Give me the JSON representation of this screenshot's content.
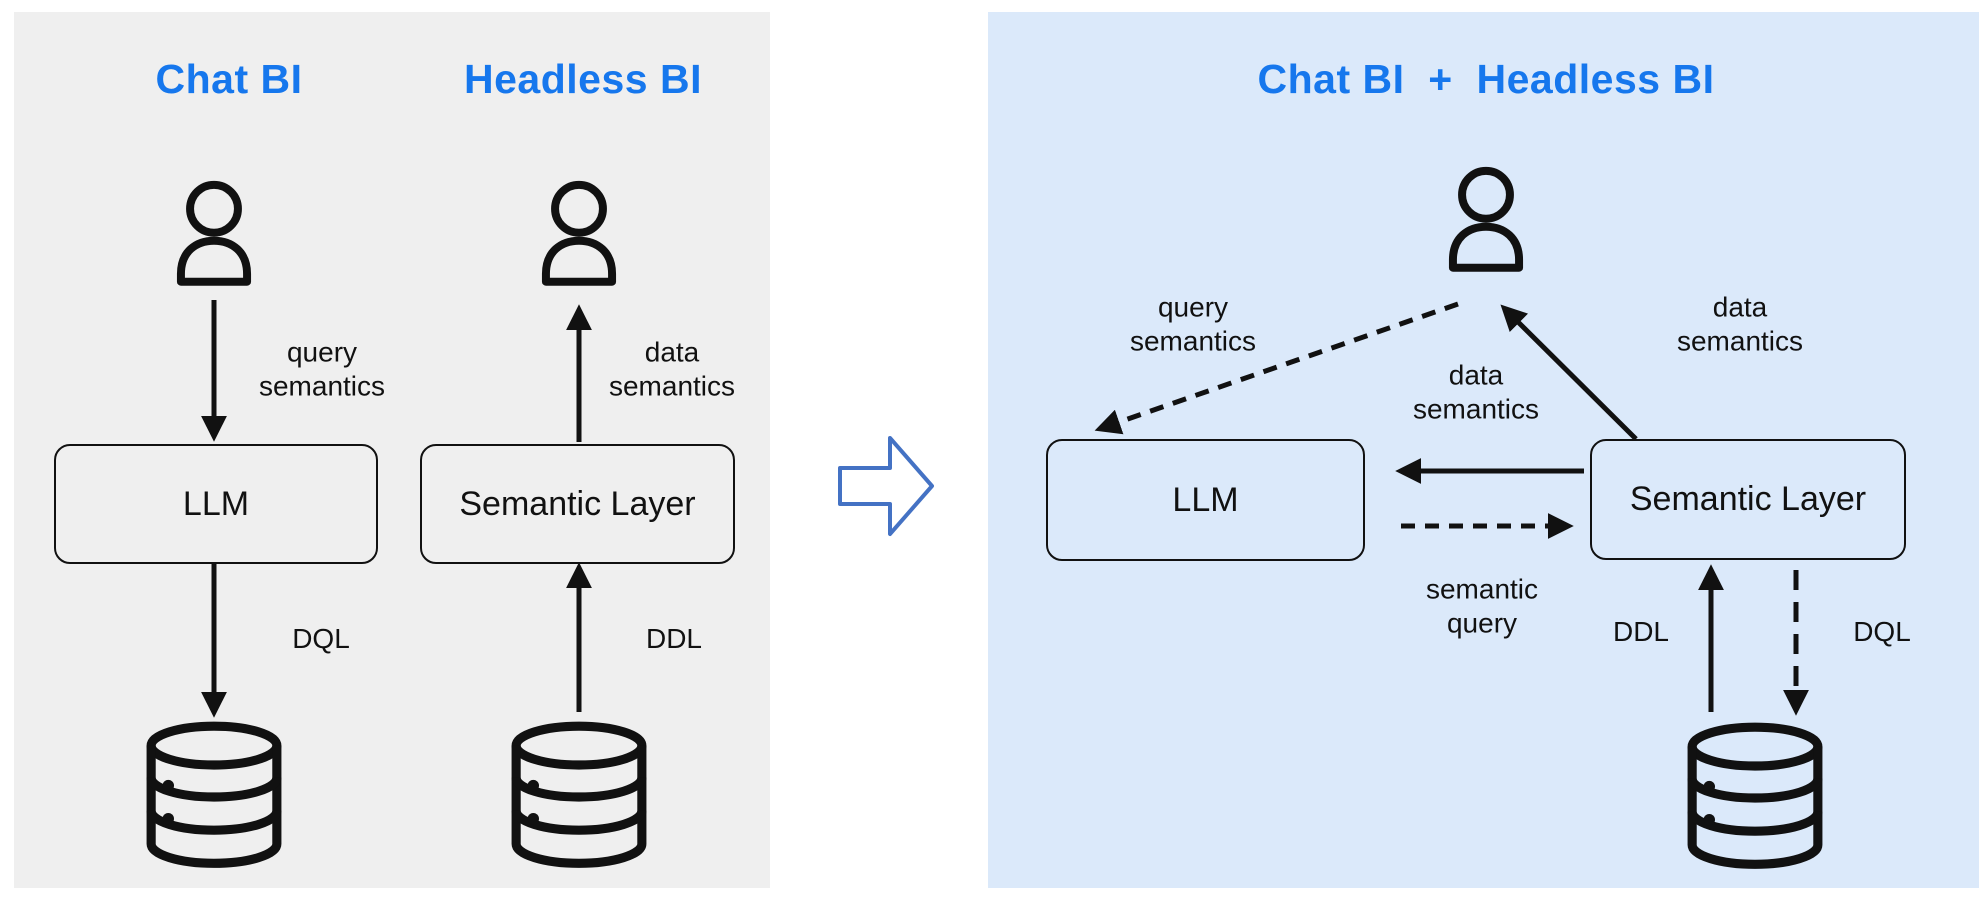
{
  "colors": {
    "left_panel_bg": "#efefef",
    "right_panel_bg": "#dbe9fa",
    "title_blue": "#1677ed",
    "block_arrow_blue": "#4472c4",
    "ink": "#111111"
  },
  "left_panel": {
    "chat_bi": {
      "title": "Chat BI",
      "query_label": "query\nsemantics",
      "box_label": "LLM",
      "dql_label": "DQL"
    },
    "headless_bi": {
      "title": "Headless BI",
      "data_label": "data\nsemantics",
      "box_label": "Semantic Layer",
      "ddl_label": "DDL"
    }
  },
  "right_panel": {
    "title": "Chat BI  +  Headless BI",
    "query_label": "query\nsemantics",
    "data_label_right": "data\nsemantics",
    "data_label_mid": "data\nsemantics",
    "llm_label": "LLM",
    "semantic_layer_label": "Semantic Layer",
    "semantic_query_label": "semantic\nquery",
    "ddl_label": "DDL",
    "dql_label": "DQL"
  }
}
